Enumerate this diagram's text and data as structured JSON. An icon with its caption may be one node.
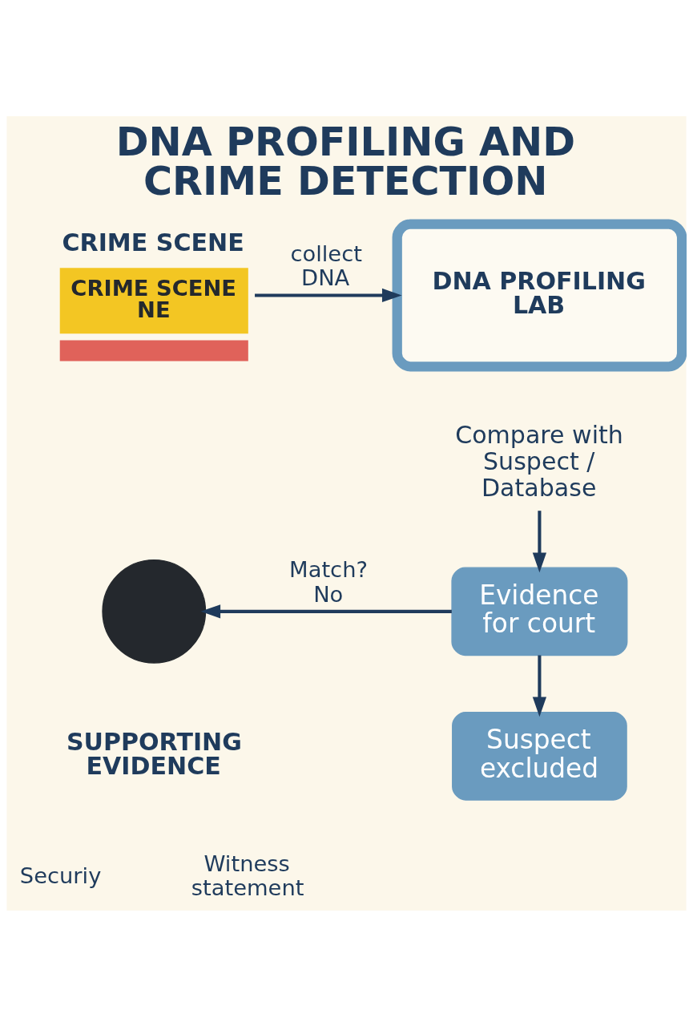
{
  "diagram": {
    "title": "DNA PROFILING AND CRIME DETECTION",
    "nodes": [
      {
        "text": [
          "CRIME SCENE",
          "CRIME SCENE",
          "NE"
        ]
      },
      {
        "text": [
          "DNA PROFILING LAB"
        ]
      },
      {
        "text": [
          "Compare with Suspect / Database"
        ]
      },
      {
        "text": [
          "Evidence for court"
        ]
      },
      {
        "text": [
          "Suspect excluded"
        ]
      },
      {
        "text": [],
        "shape": "person"
      }
    ],
    "edges": [
      {
        "from": 0,
        "to": 1,
        "arrow": "to",
        "label": "collect DNA"
      },
      {
        "from": 2,
        "to": 3,
        "arrow": "to"
      },
      {
        "from": 3,
        "to": 4,
        "arrow": "to"
      },
      {
        "from": 3,
        "to": 5,
        "arrow": "to",
        "label": "Match? No"
      }
    ],
    "labels": [
      "SUPPORTING EVIDENCE",
      "Securiy",
      "Witness statement"
    ]
  }
}
